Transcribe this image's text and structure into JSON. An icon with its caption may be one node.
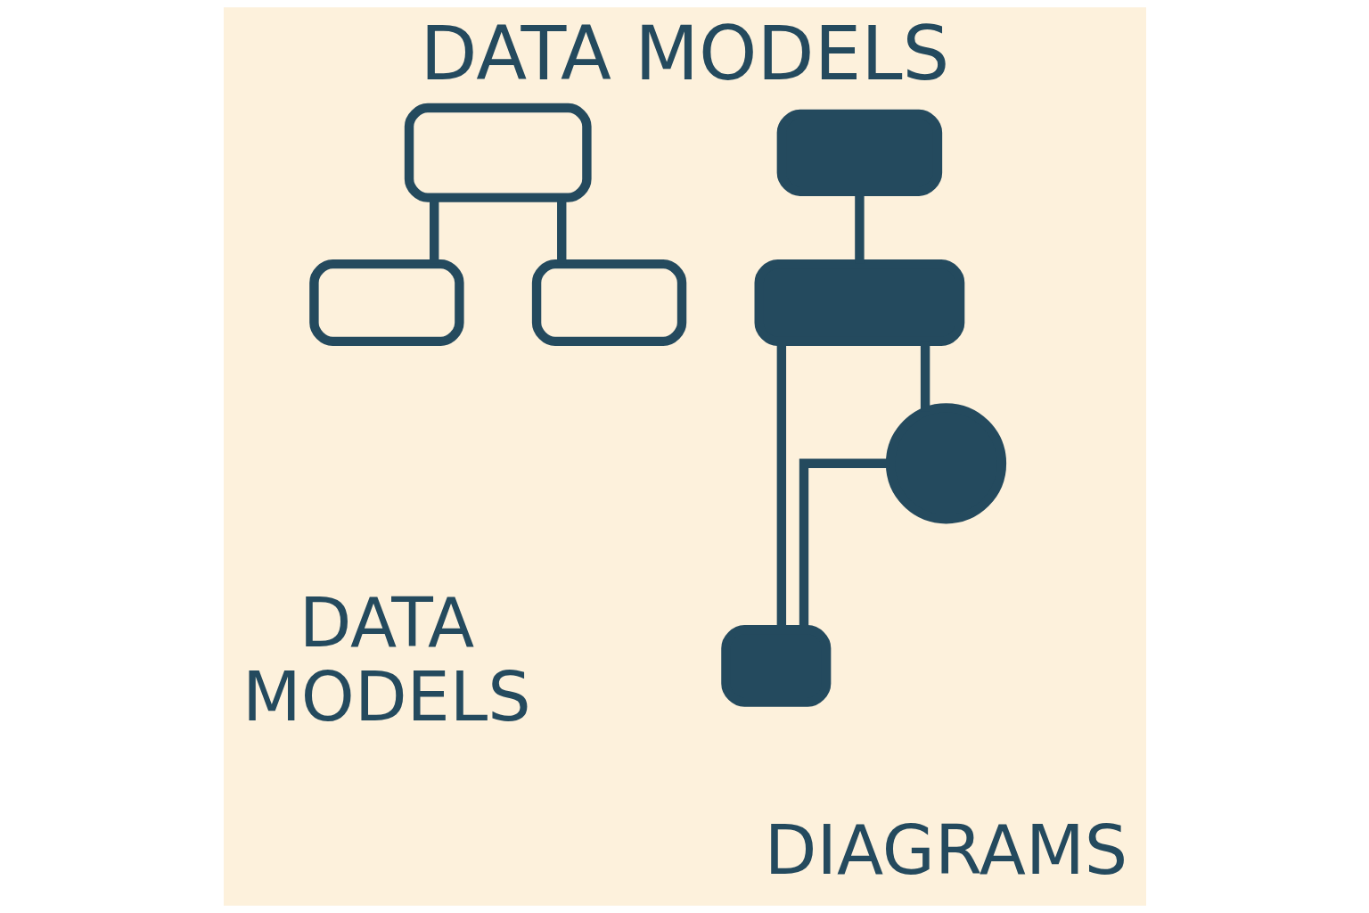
{
  "diagram": {
    "title": "DATA MODELS",
    "nodes": [
      {
        "text": [],
        "shape": "box"
      },
      {
        "text": [],
        "shape": "box"
      },
      {
        "text": [],
        "shape": "box"
      },
      {
        "text": [],
        "shape": "box"
      },
      {
        "text": [],
        "shape": "box"
      },
      {
        "text": [],
        "shape": "box"
      },
      {
        "text": [],
        "shape": "circle"
      }
    ],
    "edges": [
      {
        "from": 0,
        "to": 1,
        "arrow": "none"
      },
      {
        "from": 0,
        "to": 2,
        "arrow": "none"
      },
      {
        "from": 3,
        "to": 4,
        "arrow": "none"
      },
      {
        "from": 4,
        "to": 5,
        "arrow": "none"
      },
      {
        "from": 4,
        "to": 6,
        "arrow": "none"
      },
      {
        "from": 6,
        "to": 5,
        "arrow": "none"
      }
    ],
    "labels": [
      "DATA MODELS",
      "DIAGRAMS"
    ]
  }
}
